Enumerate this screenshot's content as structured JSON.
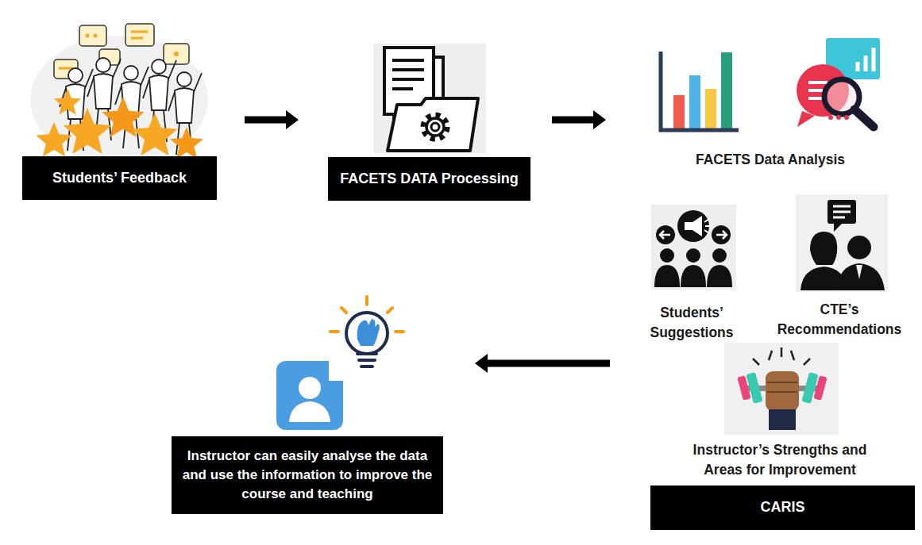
{
  "diagram": {
    "nodes": [
      {
        "text": [
          "Students’ Feedback"
        ]
      },
      {
        "text": [
          "FACETS DATA Processing"
        ]
      },
      {
        "text": [
          "FACETS Data Analysis"
        ]
      },
      {
        "text": [
          "Instructor’s Strengths and Areas for Improvement",
          "CARIS"
        ]
      },
      {
        "text": [
          "Instructor can easily analyse the data and use the information to improve the course and teaching"
        ]
      }
    ],
    "edges": [
      {
        "from": 0,
        "to": 1,
        "arrow": "to"
      },
      {
        "from": 1,
        "to": 2,
        "arrow": "to"
      },
      {
        "from": 3,
        "to": 4,
        "arrow": "to"
      }
    ],
    "labels": [
      "Students’ Suggestions",
      "CTE’s Recommendations"
    ]
  }
}
